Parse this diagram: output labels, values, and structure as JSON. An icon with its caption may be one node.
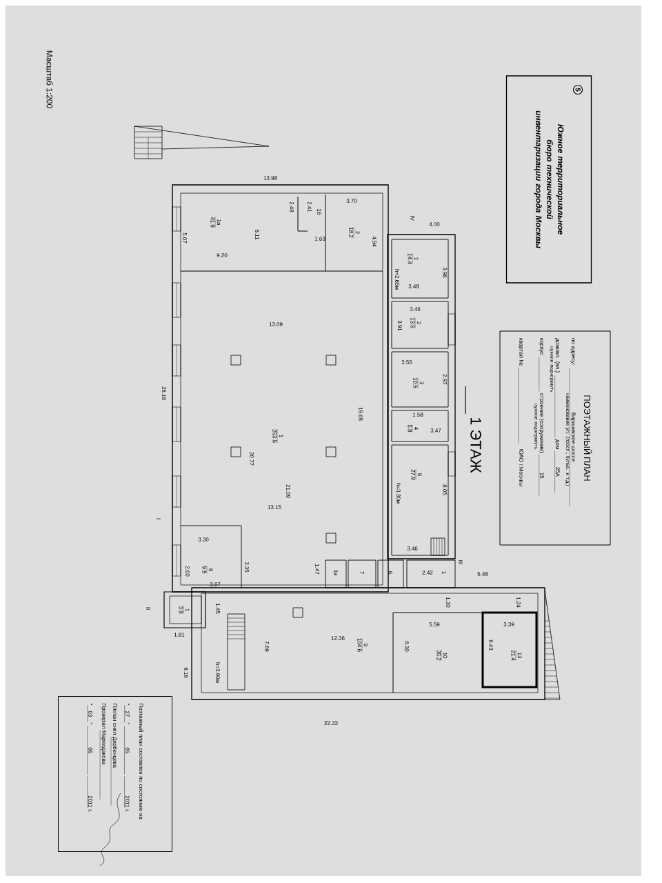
{
  "diagram": {
    "nodes": [
      {
        "text": [
          "Южное территориальное бюро технической инвентаризации города Москвы"
        ]
      },
      {
        "text": [
          "5"
        ],
        "in": 0
      },
      {
        "text": [
          "ПОЭТАЖНЫЙ ПЛАН",
          "по адресу:",
          "Варшавское шоссе",
          "наименование ул. (просп., бульв. и т.д.)",
          "домовл. (вл.)",
          "нужное подчеркнуть",
          "дом",
          "25А",
          "корпус",
          "строение (сооружение)",
          "нужное подчеркнуть",
          "15",
          "квартал №",
          "ЮАО г.Москвы"
        ]
      },
      {
        "text": [
          "1а",
          "41.9"
        ]
      },
      {
        "text": [
          "1б"
        ]
      },
      {
        "text": [
          "2",
          "18.2"
        ]
      },
      {
        "text": [
          "1",
          "14.4"
        ]
      },
      {
        "text": [
          "2",
          "13.5"
        ]
      },
      {
        "text": [
          "3",
          "10.5"
        ]
      },
      {
        "text": [
          "4",
          "5.8"
        ]
      },
      {
        "text": [
          "5",
          "27.9"
        ]
      },
      {
        "text": [
          "1",
          "253.5"
        ]
      },
      {
        "text": [
          "8",
          "9.5"
        ]
      },
      {
        "text": [
          "1в"
        ]
      },
      {
        "text": [
          "7"
        ]
      },
      {
        "text": [
          "6"
        ]
      },
      {
        "text": [
          "1"
        ]
      },
      {
        "text": [
          "1",
          "3.9"
        ]
      },
      {
        "text": [
          "9",
          "104.6"
        ]
      },
      {
        "text": [
          "10",
          "35.2"
        ]
      },
      {
        "text": [
          "13",
          "21.4"
        ]
      },
      {
        "text": [
          "Поэтажный план составлен по состоянию на",
          "\"",
          "27",
          "\"",
          "05",
          "2011",
          "г.",
          "П/план снял",
          "Дербенцева",
          "Проверил",
          "Маркидакова",
          "\"",
          "03",
          "\"",
          "06",
          "2011",
          "г."
        ]
      }
    ],
    "labels": [
      "Масштаб 1:200",
      "1 ЭТАЖ",
      "13.98",
      "3.70",
      "2.48",
      "2.41",
      "5.11",
      "1.63",
      "5.07",
      "9.20",
      "4.94",
      "IV",
      "4.00",
      "h=2.65м",
      "3.96",
      "3.48",
      "3.46",
      "13.09",
      "3.91",
      "3.55",
      "2.97",
      "26.18",
      "19.68",
      "1.58",
      "3.47",
      "20.77",
      "21.09",
      "13.15",
      "h=3.30м",
      "8.05",
      "3.46",
      "I",
      "3.30",
      "2.60",
      "3.35",
      "3.67",
      "1.47",
      "2.42",
      "III",
      "5.48",
      "II",
      "1.30",
      "1.24",
      "1.45",
      "1.81",
      "5.59",
      "3.39",
      "12.36",
      "7.69",
      "6.30",
      "6.43",
      "h=3.90м",
      "6.16",
      "22.33"
    ]
  }
}
